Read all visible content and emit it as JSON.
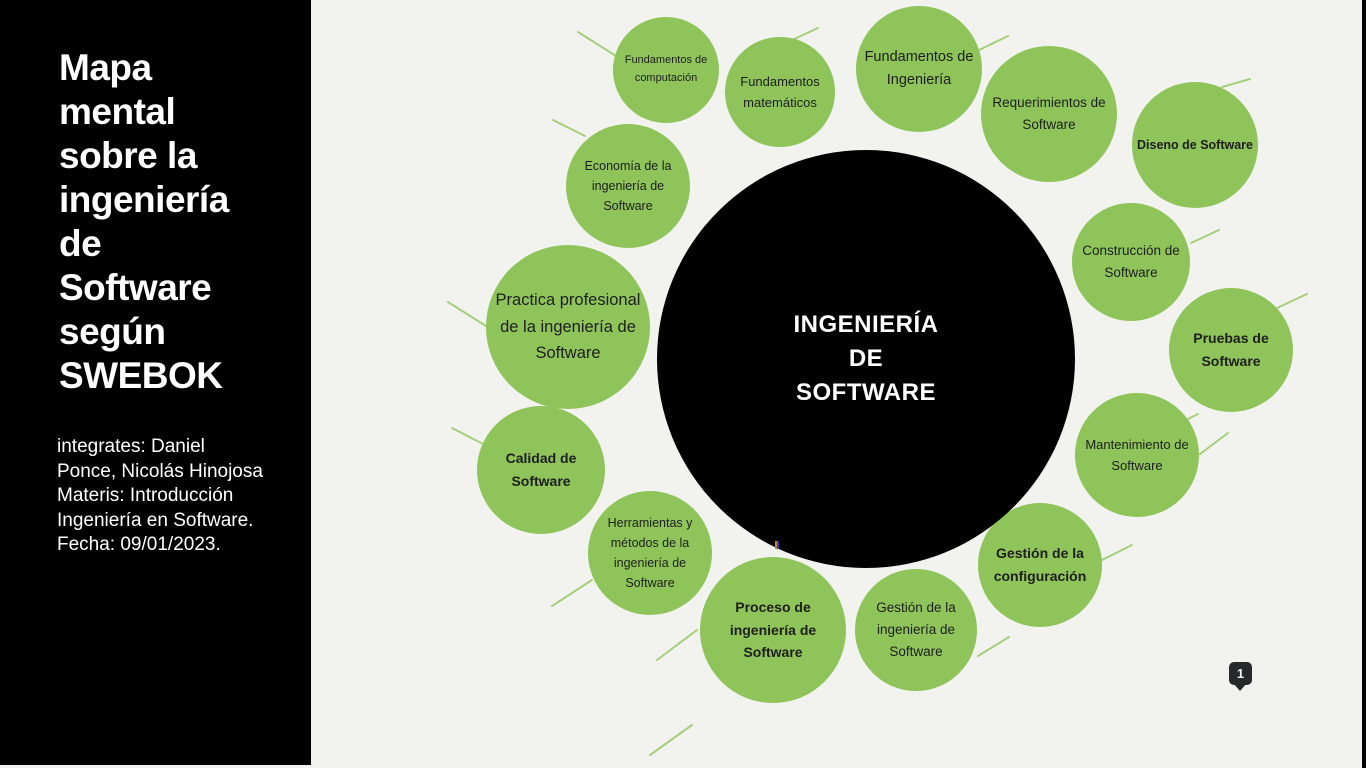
{
  "sidebar": {
    "title": "Mapa\nmental\nsobre la\ningeniería\nde\nSoftware\nsegún\nSWEBOK",
    "info": "integrates: Daniel\nPonce, Nicolás Hinojosa\nMateris: Introducción\nIngeniería en Software.\nFecha: 09/01/2023."
  },
  "center": {
    "title": "INGENIERÍA\nDE\nSOFTWARE"
  },
  "topics": [
    {
      "label": "Fundamentos de computación"
    },
    {
      "label": "Fundamentos matemáticos"
    },
    {
      "label": "Fundamentos de Ingeniería"
    },
    {
      "label": "Requerimientos de Software"
    },
    {
      "label": "Diseno de Software"
    },
    {
      "label": "Construcción de Software"
    },
    {
      "label": "Pruebas de Software"
    },
    {
      "label": "Mantenimiento de Software"
    },
    {
      "label": "Gestión de la configuración"
    },
    {
      "label": "Gestión de la ingeniería de Software"
    },
    {
      "label": "Proceso de ingeniería de Software"
    },
    {
      "label": "Herramientas y métodos de la ingeniería de Software"
    },
    {
      "label": "Calidad de Software"
    },
    {
      "label": "Practica profesional de la ingeniería de Software"
    },
    {
      "label": "Economía de la ingeniería de Software"
    }
  ],
  "page": {
    "number": "1"
  },
  "colors": {
    "node_green": "#8fc45a",
    "branch_green": "#a6cf7c",
    "canvas_bg": "#f2f3ee",
    "sidebar_bg": "#000000",
    "center_bg": "#000000",
    "badge_bg": "#26282a"
  }
}
